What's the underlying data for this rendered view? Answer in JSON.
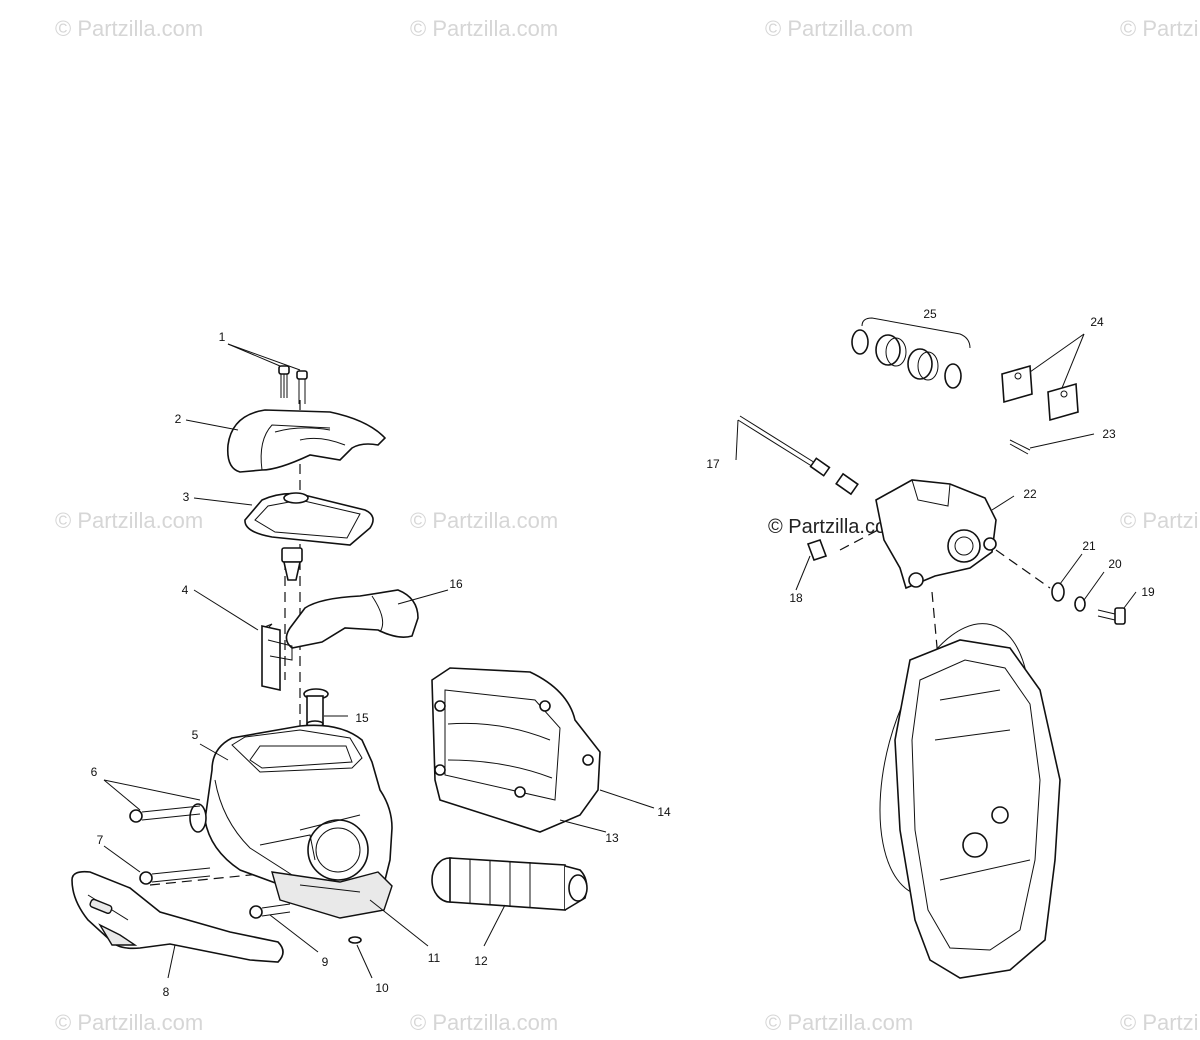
{
  "watermark": {
    "text": "© Partzilla.com",
    "text_dark": "© Partzilla.com"
  },
  "callouts": {
    "c1": "1",
    "c2": "2",
    "c3": "3",
    "c4": "4",
    "c5": "5",
    "c6": "6",
    "c7": "7",
    "c8": "8",
    "c9": "9",
    "c10": "10",
    "c11": "11",
    "c12": "12",
    "c13": "13",
    "c14": "14",
    "c15": "15",
    "c16": "16",
    "c17": "17",
    "c18": "18",
    "c19": "19",
    "c20": "20",
    "c21": "21",
    "c22": "22",
    "c23": "23",
    "c24": "24",
    "c25": "25"
  }
}
